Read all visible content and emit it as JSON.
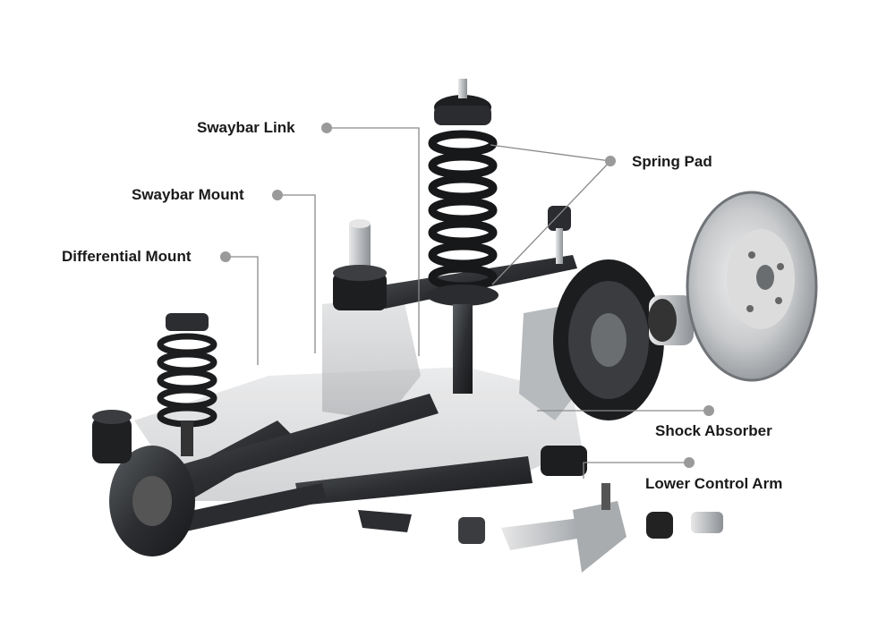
{
  "labels": {
    "swaybar_link": "Swaybar Link",
    "spring_pad": "Spring Pad",
    "swaybar_mount": "Swaybar Mount",
    "differential_mount": "Differential Mount",
    "shock_absorber": "Shock Absorber",
    "lower_control_arm": "Lower Control Arm"
  },
  "colors": {
    "background": "#ffffff",
    "leader_line": "#8a8a8a",
    "label_text": "#1a1a1a"
  }
}
